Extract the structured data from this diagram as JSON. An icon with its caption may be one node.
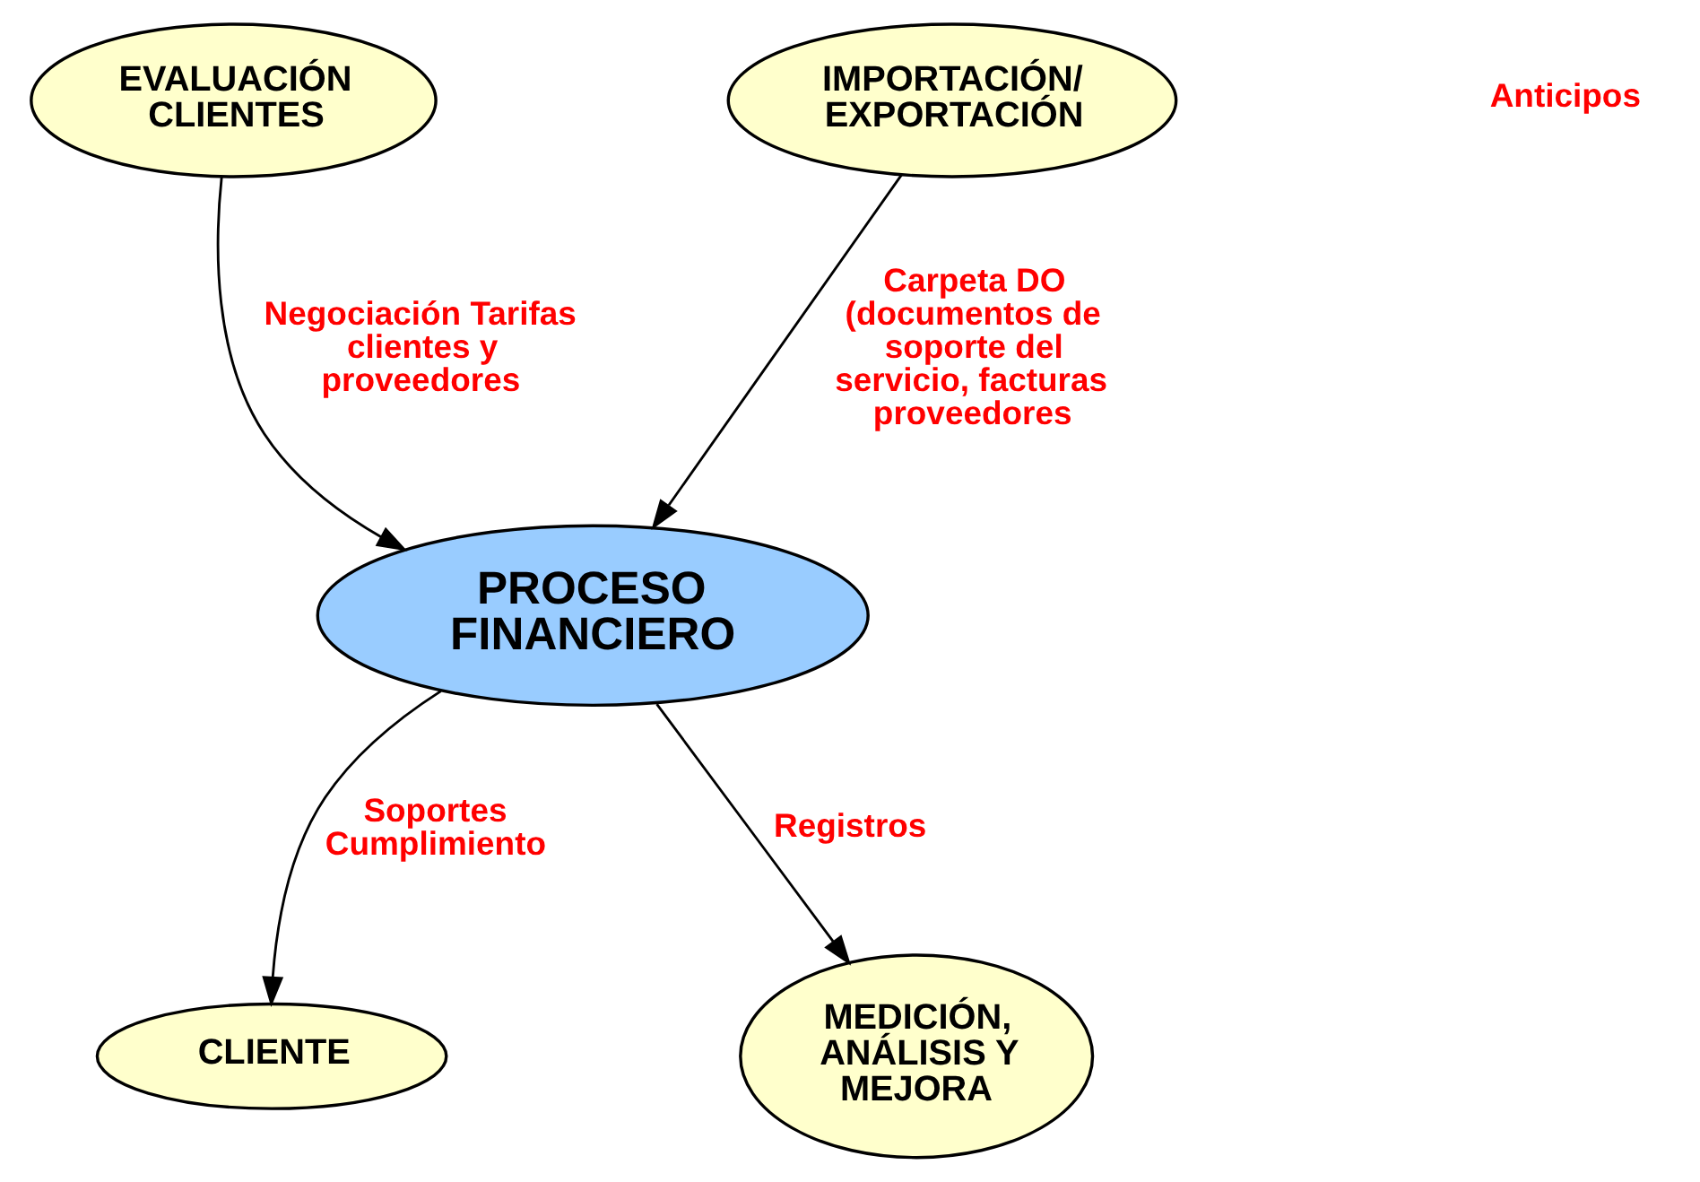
{
  "diagram": {
    "nodes": [
      {
        "text": [
          "EVALUACIÓN CLIENTES"
        ]
      },
      {
        "text": [
          "IMPORTACIÓN/ EXPORTACIÓN"
        ]
      },
      {
        "text": [
          "PROCESO FINANCIERO"
        ]
      },
      {
        "text": [
          "CLIENTE"
        ]
      },
      {
        "text": [
          "MEDICIÓN, ANÁLISIS Y MEJORA"
        ]
      }
    ],
    "edges": [
      {
        "from": 0,
        "to": 2,
        "arrow": "to",
        "label": "Negociación Tarifas clientes y proveedores"
      },
      {
        "from": 1,
        "to": 2,
        "arrow": "to",
        "label": "Carpeta DO (documentos de soporte del servicio, facturas proveedores"
      },
      {
        "from": 2,
        "to": 3,
        "arrow": "to",
        "label": "Soportes Cumplimiento"
      },
      {
        "from": 2,
        "to": 4,
        "arrow": "to",
        "label": "Registros"
      }
    ],
    "labels": [
      "Anticipos"
    ]
  }
}
